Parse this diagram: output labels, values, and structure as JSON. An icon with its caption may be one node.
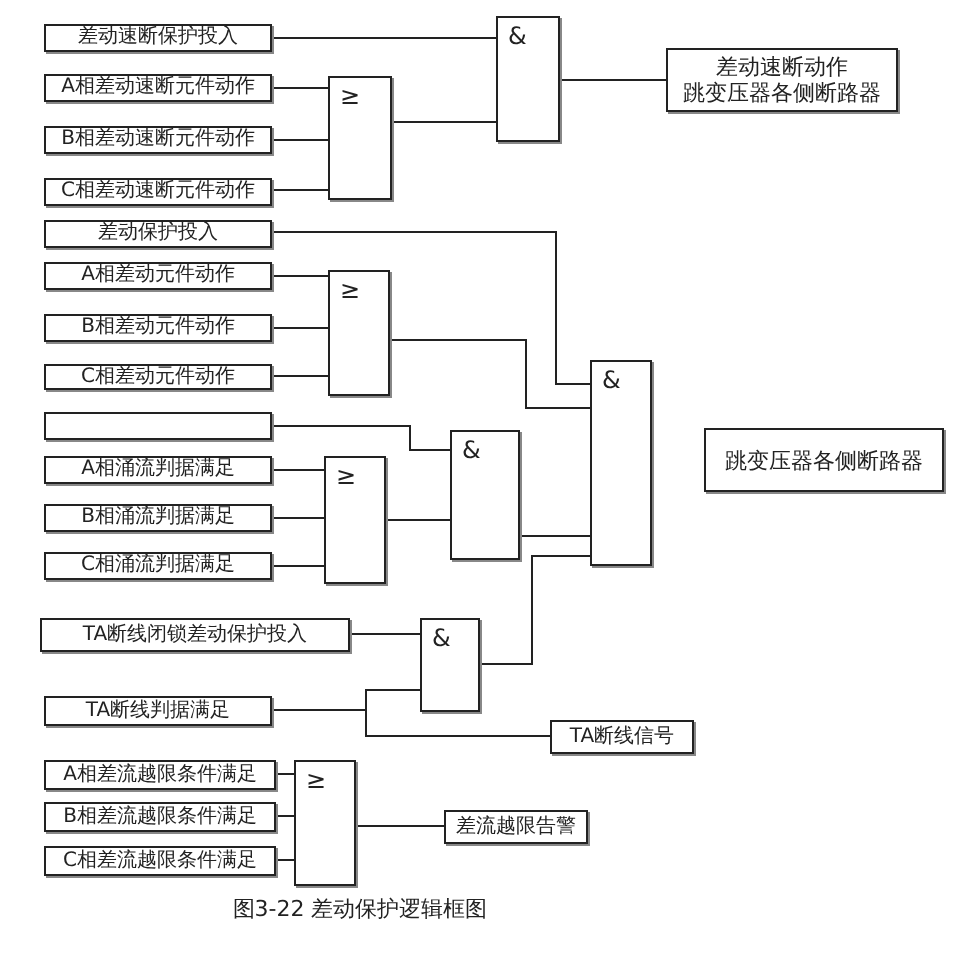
{
  "diagram": {
    "caption": "图3-22 差动保护逻辑框图",
    "nodes": [
      {
        "text": [
          "差动速断保护投入"
        ]
      },
      {
        "text": [
          "A相差动速断元件动作"
        ]
      },
      {
        "text": [
          "B相差动速断元件动作"
        ]
      },
      {
        "text": [
          "C相差动速断元件动作"
        ]
      },
      {
        "text": [
          "≥"
        ]
      },
      {
        "text": [
          "&"
        ]
      },
      {
        "text": [
          "差动速断动作",
          "跳变压器各侧断路器"
        ]
      },
      {
        "text": [
          "差动保护投入"
        ]
      },
      {
        "text": [
          "A相差动元件动作"
        ]
      },
      {
        "text": [
          "B相差动元件动作"
        ]
      },
      {
        "text": [
          "C相差动元件动作"
        ]
      },
      {
        "text": [
          "≥"
        ]
      },
      {
        "text": [
          "&"
        ]
      },
      {
        "text": [
          "跳变压器各侧断路器"
        ]
      },
      {
        "text": [],
        "shape": "box"
      },
      {
        "text": [
          "A相涌流判据满足"
        ]
      },
      {
        "text": [
          "B相涌流判据满足"
        ]
      },
      {
        "text": [
          "C相涌流判据满足"
        ]
      },
      {
        "text": [
          "≥"
        ]
      },
      {
        "text": [
          "&"
        ]
      },
      {
        "text": [
          "TA断线闭锁差动保护投入"
        ]
      },
      {
        "text": [
          "&"
        ]
      },
      {
        "text": [
          "TA断线判据满足"
        ]
      },
      {
        "text": [
          "TA断线信号"
        ]
      },
      {
        "text": [
          "A相差流越限条件满足"
        ]
      },
      {
        "text": [
          "B相差流越限条件满足"
        ]
      },
      {
        "text": [
          "C相差流越限条件满足"
        ]
      },
      {
        "text": [
          "≥"
        ]
      },
      {
        "text": [
          "差流越限告警"
        ]
      }
    ],
    "edges": [
      {
        "from": 0,
        "to": 5,
        "arrow": "none"
      },
      {
        "from": 1,
        "to": 4,
        "arrow": "none"
      },
      {
        "from": 2,
        "to": 4,
        "arrow": "none"
      },
      {
        "from": 3,
        "to": 4,
        "arrow": "none"
      },
      {
        "from": 4,
        "to": 5,
        "arrow": "none"
      },
      {
        "from": 5,
        "to": 6,
        "arrow": "none"
      },
      {
        "from": 7,
        "to": 12,
        "arrow": "none"
      },
      {
        "from": 8,
        "to": 11,
        "arrow": "none"
      },
      {
        "from": 9,
        "to": 11,
        "arrow": "none"
      },
      {
        "from": 10,
        "to": 11,
        "arrow": "none"
      },
      {
        "from": 11,
        "to": 12,
        "arrow": "none"
      },
      {
        "from": 14,
        "to": 19,
        "arrow": "none"
      },
      {
        "from": 15,
        "to": 18,
        "arrow": "none"
      },
      {
        "from": 16,
        "to": 18,
        "arrow": "none"
      },
      {
        "from": 17,
        "to": 18,
        "arrow": "none"
      },
      {
        "from": 18,
        "to": 19,
        "arrow": "none"
      },
      {
        "from": 19,
        "to": 12,
        "arrow": "none"
      },
      {
        "from": 21,
        "to": 12,
        "arrow": "none"
      },
      {
        "from": 20,
        "to": 21,
        "arrow": "none"
      },
      {
        "from": 22,
        "to": 21,
        "arrow": "none"
      },
      {
        "from": 22,
        "to": 23,
        "arrow": "none"
      },
      {
        "from": 24,
        "to": 27,
        "arrow": "none"
      },
      {
        "from": 25,
        "to": 27,
        "arrow": "none"
      },
      {
        "from": 26,
        "to": 27,
        "arrow": "none"
      },
      {
        "from": 27,
        "to": 28,
        "arrow": "none"
      }
    ]
  }
}
